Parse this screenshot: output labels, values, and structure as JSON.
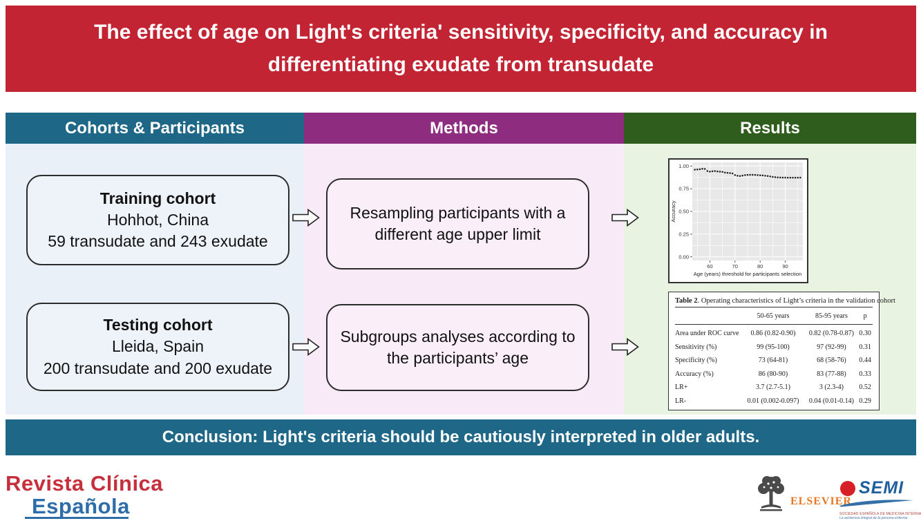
{
  "banner": {
    "title": "The effect of age on Light's criteria' sensitivity, specificity, and accuracy in differentiating exudate from transudate",
    "bg_color": "#c22433"
  },
  "columns": {
    "cohorts": {
      "header": "Cohorts & Participants",
      "header_color": "#1f6787",
      "body_color": "#eaf0f8",
      "boxes": [
        {
          "title": "Training cohort",
          "line1": "Hohhot, China",
          "line2": "59 transudate and 243 exudate"
        },
        {
          "title": "Testing cohort",
          "line1": "Lleida, Spain",
          "line2": "200 transudate and 200 exudate"
        }
      ]
    },
    "methods": {
      "header": "Methods",
      "header_color": "#8e2d80",
      "body_color": "#f8eaf6",
      "boxes": [
        {
          "text": "Resampling participants with a different age upper limit"
        },
        {
          "text": "Subgroups analyses according to the participants’ age"
        }
      ]
    },
    "results": {
      "header": "Results",
      "header_color": "#2f5d1d",
      "body_color": "#e8f3e2"
    }
  },
  "chart_data": {
    "type": "scatter",
    "title": "",
    "xlabel": "Age (years) threshold for participants selection",
    "ylabel": "Accuracy",
    "xlim": [
      53,
      97
    ],
    "ylim": [
      -0.04,
      1.04
    ],
    "xticks": [
      60,
      70,
      80,
      90
    ],
    "xticks_minor": [
      55,
      65,
      75,
      85,
      95
    ],
    "yticks": [
      0.0,
      0.25,
      0.5,
      0.75,
      1.0
    ],
    "ytick_labels": [
      "0.00",
      "0.25",
      "0.50",
      "0.75",
      "1.00"
    ],
    "yticks_minor": [
      0.125,
      0.375,
      0.625,
      0.875
    ],
    "grid": true,
    "panel_bg": "#e8e8e8",
    "point_color": "#1a1a1a",
    "x": [
      54,
      55,
      56,
      57,
      58,
      59,
      60,
      61,
      62,
      63,
      64,
      65,
      66,
      67,
      68,
      69,
      70,
      71,
      72,
      73,
      74,
      75,
      76,
      77,
      78,
      79,
      80,
      81,
      82,
      83,
      84,
      85,
      86,
      87,
      88,
      89,
      90,
      91,
      92,
      93,
      94,
      95,
      96
    ],
    "y": [
      0.96,
      0.962,
      0.965,
      0.97,
      0.968,
      0.945,
      0.938,
      0.942,
      0.945,
      0.94,
      0.938,
      0.935,
      0.928,
      0.925,
      0.922,
      0.918,
      0.9,
      0.893,
      0.89,
      0.895,
      0.9,
      0.902,
      0.903,
      0.903,
      0.902,
      0.9,
      0.898,
      0.896,
      0.893,
      0.89,
      0.885,
      0.88,
      0.877,
      0.875,
      0.874,
      0.873,
      0.873,
      0.872,
      0.872,
      0.872,
      0.872,
      0.872,
      0.873
    ]
  },
  "results_table": {
    "title_bold": "Table 2",
    "title_rest": ". Operating characteristics of Light’s criteria in the validation cohort",
    "col_headers": [
      "",
      "50-65 years",
      "85-95 years",
      "p"
    ],
    "rows": [
      [
        "Area under ROC curve",
        "0.86 (0.82-0.90)",
        "0.82 (0.78-0.87)",
        "0.30"
      ],
      [
        "Sensitivity (%)",
        "99 (95-100)",
        "97 (92-99)",
        "0.31"
      ],
      [
        "Specificity (%)",
        "73 (64-81)",
        "68 (58-76)",
        "0.44"
      ],
      [
        "Accuracy (%)",
        "86 (80-90)",
        "83 (77-88)",
        "0.33"
      ],
      [
        "LR+",
        "3.7 (2.7-5.1)",
        "3 (2.3-4)",
        "0.52"
      ],
      [
        "LR-",
        "0.01 (0.002-0.097)",
        "0.04 (0.01-0.14)",
        "0.29"
      ]
    ]
  },
  "conclusion": {
    "text": "Conclusion: Light's criteria should be cautiously interpreted in older adults.",
    "bg_color": "#1f6787"
  },
  "footer": {
    "revista_line1": "Revista Clínica",
    "revista_line2": "Española",
    "revista_color1": "#c5303c",
    "revista_color2": "#2d6da8",
    "elsevier_label": "ELSEVIER",
    "semi_label": "SEMI",
    "semi_caption": "SOCIEDAD ESPAÑOLA DE MEDICINA INTERNA",
    "semi_tagline": "La asistencia integral de la persona enferma"
  }
}
